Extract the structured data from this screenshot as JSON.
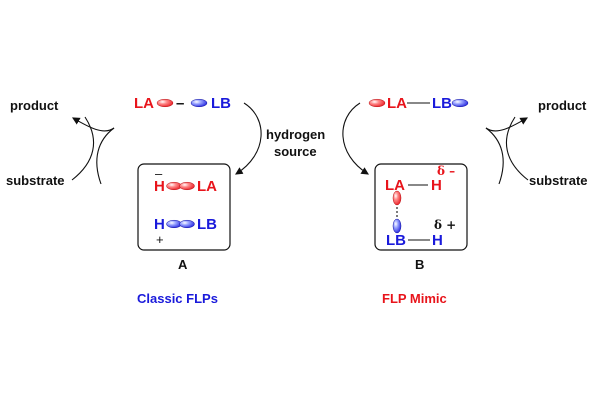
{
  "colors": {
    "lewis_acid": "#e8141b",
    "lewis_base": "#1a1adb",
    "text": "#111111"
  },
  "left_cycle": {
    "product": "product",
    "substrate": "substrate"
  },
  "right_cycle": {
    "product": "product",
    "substrate": "substrate"
  },
  "middle": {
    "hydrogen": "hydrogen",
    "source": "source"
  },
  "left_top": {
    "la": "LA",
    "dash": "–",
    "lb": "LB"
  },
  "right_top": {
    "la": "LA",
    "lb": "LB"
  },
  "box_a": {
    "minus": "–",
    "h1": "H",
    "la": "LA",
    "h2": "H",
    "lb": "LB",
    "plus": "+",
    "label": "A",
    "caption": "Classic FLPs"
  },
  "box_b": {
    "la": "LA",
    "h1": "H",
    "delta_minus": "δ –",
    "delta_plus": "δ +",
    "lb": "LB",
    "h2": "H",
    "label": "B",
    "caption": "FLP Mimic"
  },
  "icons": [
    "red-orbital-lobe-icon",
    "blue-orbital-lobe-icon",
    "curved-reaction-arrow-icon"
  ]
}
